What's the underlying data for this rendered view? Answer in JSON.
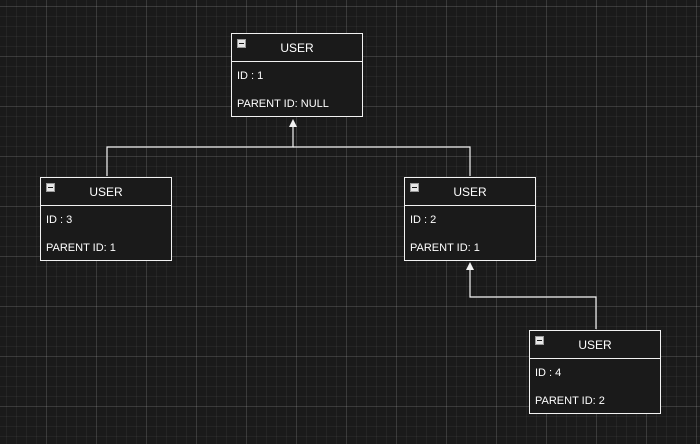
{
  "diagram": {
    "entities": [
      {
        "key": "user-1",
        "title": "USER",
        "id_text": "ID : 1",
        "parent_text": "PARENT ID: NULL"
      },
      {
        "key": "user-3",
        "title": "USER",
        "id_text": "ID : 3",
        "parent_text": "PARENT ID: 1"
      },
      {
        "key": "user-2",
        "title": "USER",
        "id_text": "ID : 2",
        "parent_text": "PARENT ID: 1"
      },
      {
        "key": "user-4",
        "title": "USER",
        "id_text": "ID : 4",
        "parent_text": "PARENT ID: 2"
      }
    ],
    "relations": [
      {
        "from": "user-3",
        "to": "user-1"
      },
      {
        "from": "user-2",
        "to": "user-1"
      },
      {
        "from": "user-4",
        "to": "user-2"
      }
    ],
    "colors": {
      "background": "#1a1a1a",
      "stroke": "#f2f2f2",
      "text": "#ffffff"
    },
    "icons": [
      "collapse-icon"
    ]
  }
}
